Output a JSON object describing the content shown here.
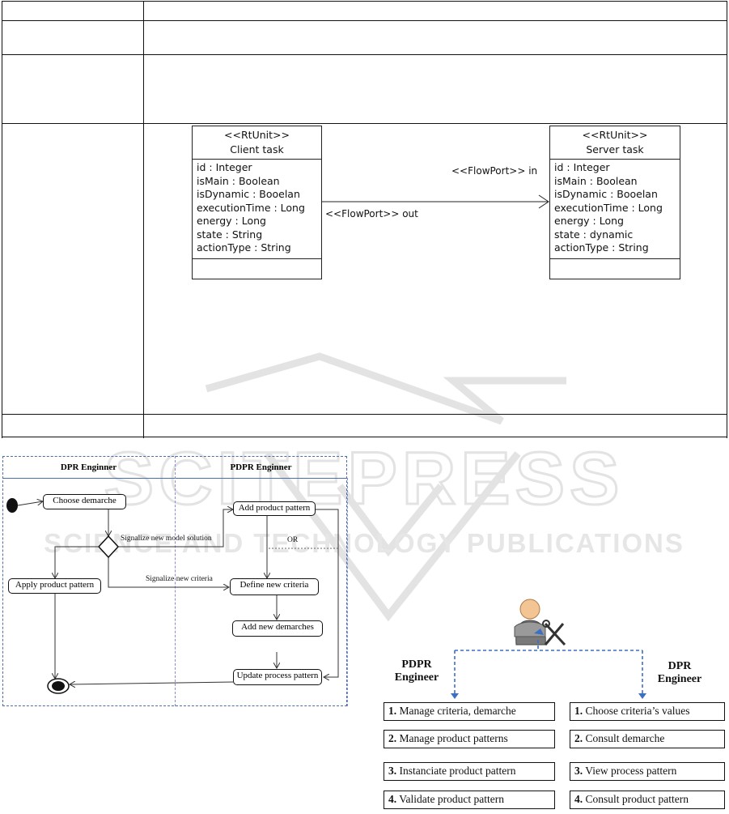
{
  "uml": {
    "client": {
      "stereotype": "<<RtUnit>>",
      "name": "Client task",
      "attributes": [
        "id : Integer",
        "isMain : Boolean",
        "isDynamic : Booelan",
        "executionTime : Long",
        "energy : Long",
        "state : String",
        "actionType : String"
      ]
    },
    "server": {
      "stereotype": "<<RtUnit>>",
      "name": "Server task",
      "attributes": [
        "id : Integer",
        "isMain : Boolean",
        "isDynamic : Booelan",
        "executionTime : Long",
        "energy : Long",
        "state : dynamic",
        "actionType : String"
      ]
    },
    "port_in_label": "<<FlowPort>> in",
    "port_out_label": "<<FlowPort>> out"
  },
  "activity": {
    "lane_left": "DPR Enginner",
    "lane_right": "PDPR Enginner",
    "nodes": {
      "choose_demarche": "Choose demarche",
      "apply_product_pattern": "Apply product pattern",
      "add_product_pattern": "Add product pattern",
      "define_new_criteria": "Define new criteria",
      "add_new_demarches": "Add new demarches",
      "update_process_pattern": "Update process pattern"
    },
    "edges": {
      "signalize_model": "Signalize new model solution",
      "signalize_criteria": "Signalize new criteria",
      "or": "OR"
    }
  },
  "roles": {
    "pdpr_title": "PDPR\nEngineer",
    "dpr_title": "DPR\nEngineer",
    "pdpr_tasks": [
      {
        "num": "1.",
        "text": " Manage criteria, demarche"
      },
      {
        "num": "2.",
        "text": " Manage product patterns"
      },
      {
        "num": "3.",
        "text": " Instanciate product pattern"
      },
      {
        "num": "4.",
        "text": " Validate product pattern"
      }
    ],
    "dpr_tasks": [
      {
        "num": "1.",
        "text": " Choose criteria’s values"
      },
      {
        "num": "2.",
        "text": " Consult demarche"
      },
      {
        "num": "3.",
        "text": " View process pattern"
      },
      {
        "num": "4.",
        "text": " Consult product pattern"
      }
    ]
  },
  "watermark": {
    "brand": "SCITEPRESS",
    "tagline": "SCIENCE AND TECHNOLOGY PUBLICATIONS"
  },
  "colors": {
    "lane_border": "#4a6fa5",
    "role_arrow": "#3d6fc2",
    "watermark": "#d9d9d9"
  }
}
